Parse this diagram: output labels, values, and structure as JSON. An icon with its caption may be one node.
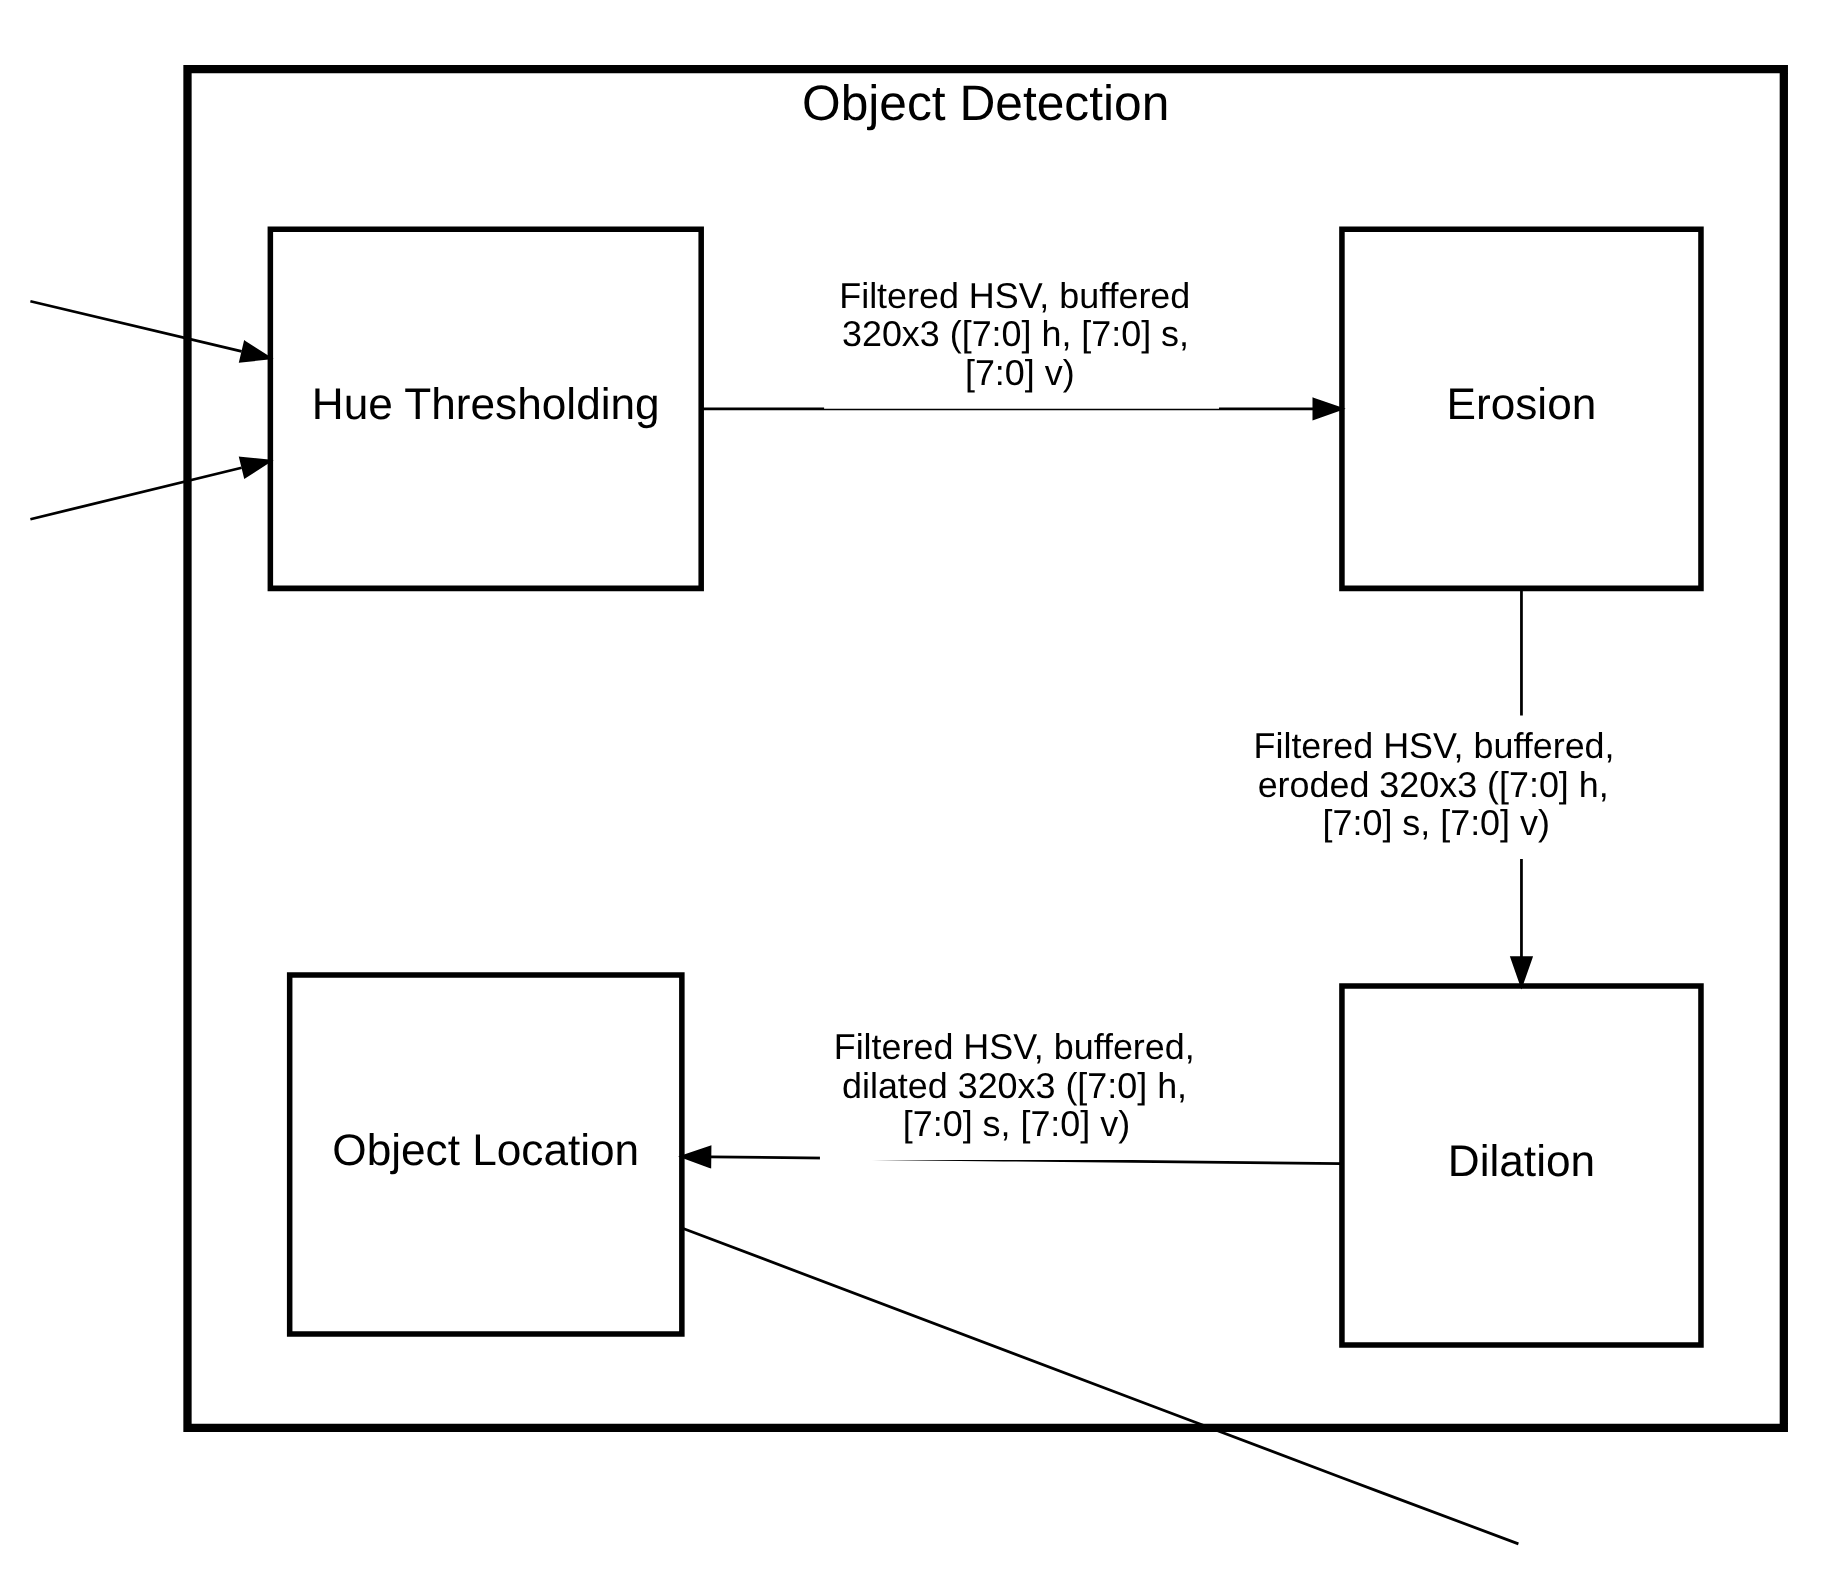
{
  "diagram": {
    "nodes": [
      {
        "text": [
          "Object Detection"
        ]
      },
      {
        "text": [
          "Hue Thresholding"
        ],
        "in": 0
      },
      {
        "text": [
          "Erosion"
        ],
        "in": 0
      },
      {
        "text": [
          "Dilation"
        ],
        "in": 0
      },
      {
        "text": [
          "Object Location"
        ],
        "in": 0
      }
    ],
    "edges": [
      {
        "from": null,
        "to": 1,
        "arrow": "to"
      },
      {
        "from": null,
        "to": 1,
        "arrow": "to"
      },
      {
        "from": 1,
        "to": 2,
        "arrow": "to",
        "label": "Filtered HSV, buffered 320x3 ([7:0] h, [7:0] s, [7:0] v)"
      },
      {
        "from": 2,
        "to": 3,
        "arrow": "to",
        "label": "Filtered HSV, buffered, eroded 320x3 ([7:0] h, [7:0] s, [7:0] v)"
      },
      {
        "from": 3,
        "to": 4,
        "arrow": "to",
        "label": "Filtered HSV, buffered, dilated 320x3 ([7:0] h, [7:0] s, [7:0] v)"
      },
      {
        "from": 4,
        "to": null,
        "arrow": "none"
      }
    ]
  }
}
